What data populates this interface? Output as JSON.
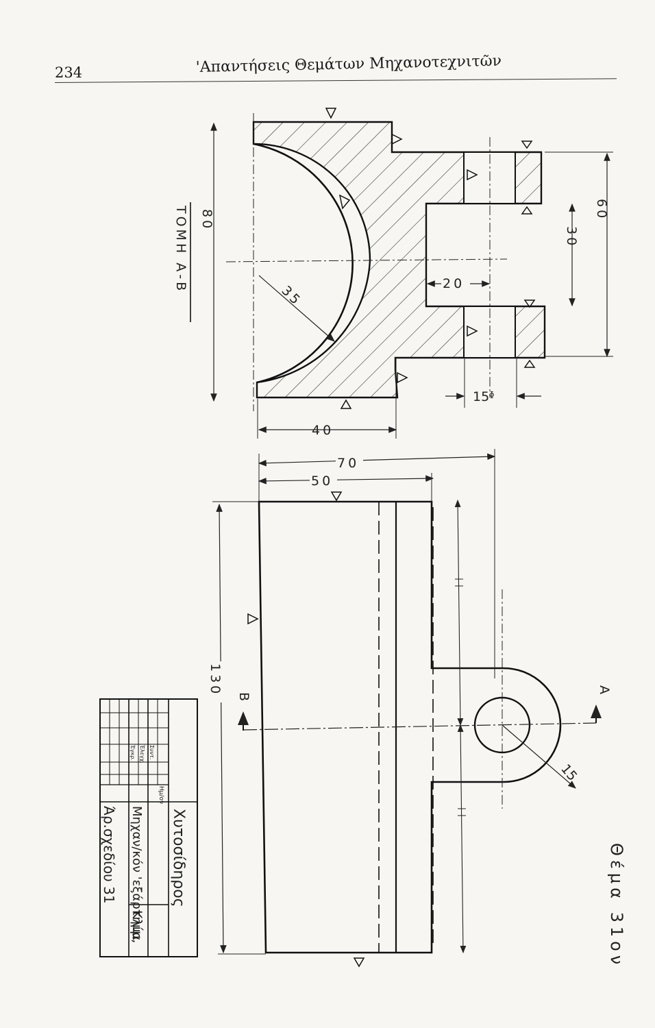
{
  "header": {
    "page_number": "234",
    "running_title": "'Απαντήσεις Θεμάτων Μηχανοτεχνιτῶν"
  },
  "section_view": {
    "title": "ΤΟΜΗ Α-Β",
    "dimensions": {
      "height": "80",
      "radius": "35",
      "width": "40",
      "slot": "20",
      "slot_depth": "30",
      "boss": "60",
      "hole": "15ᶲ"
    }
  },
  "plan_view": {
    "dimensions": {
      "overall": "70",
      "body": "50",
      "length": "130",
      "boss_radius": "15"
    },
    "section_marks": {
      "left": "B",
      "right": "A"
    }
  },
  "title_block": {
    "material": "Χυτοσίδηρος",
    "part_name": "Μηχαν/κόν 'εξάρτημα",
    "scale": "Κλίμ,",
    "drawing_number": "Άρ.σχεδίου 31",
    "date_label": "Ημ/ον",
    "roles": [
      "Συντ.",
      "Έλεγχ.",
      "Έγκρ."
    ]
  },
  "topic_label": "Θέμα 31ον"
}
